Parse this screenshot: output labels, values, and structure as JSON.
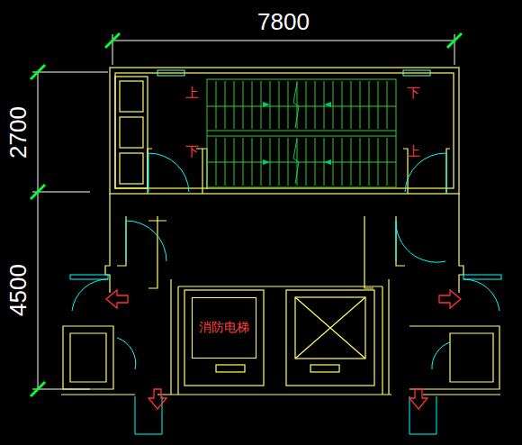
{
  "diagram": {
    "nodes": [
      {
        "text": [
          "消防电梯"
        ]
      }
    ],
    "labels": [
      "7800",
      "2700",
      "4500",
      "上",
      "下",
      "下",
      "上"
    ]
  }
}
